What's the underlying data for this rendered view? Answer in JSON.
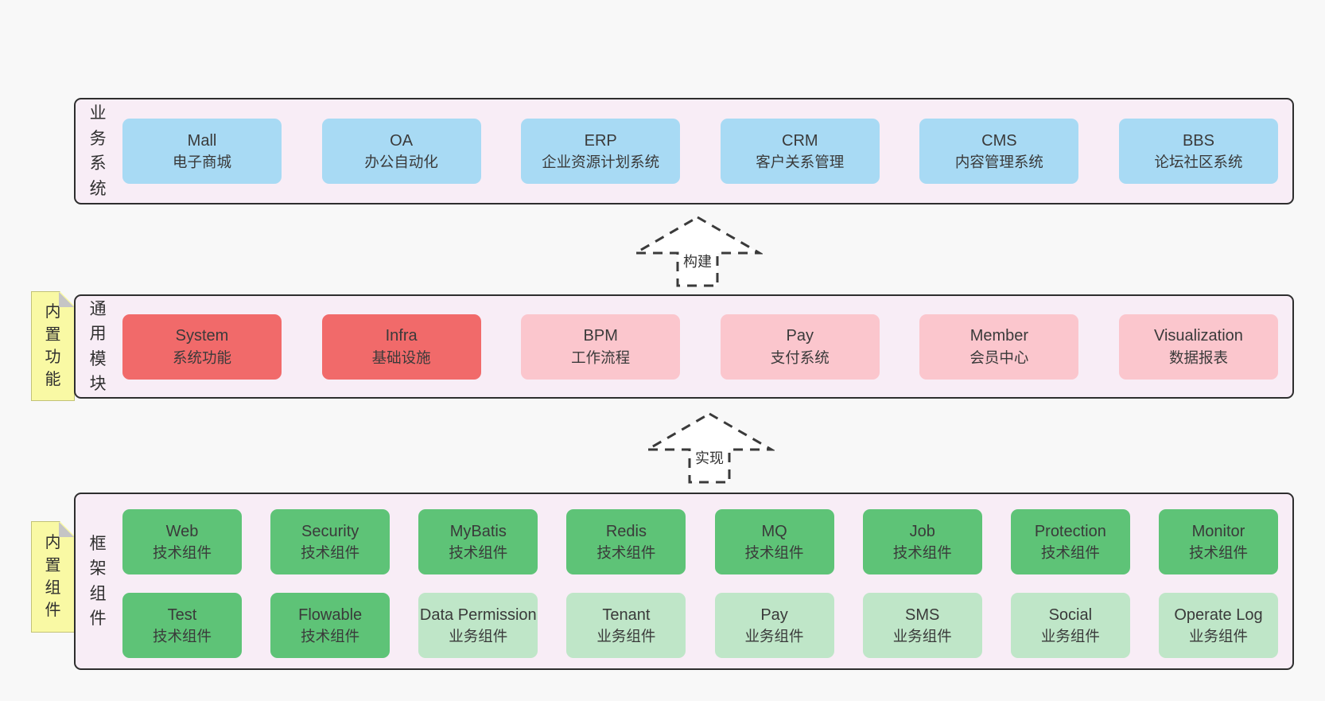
{
  "colors": {
    "page_bg": "#f8f8f8",
    "container_bg": "#f8edf6",
    "container_border": "#2e2e2e",
    "blue": "#a8daf4",
    "red": "#f16a6a",
    "pink": "#fbc6cd",
    "green": "#5ec377",
    "green_light": "#bfe6c8",
    "sticky_yellow": "#f9f9a4",
    "sticky_fold": "#c5c5c5"
  },
  "business_layer": {
    "label": "业务系统",
    "items": [
      {
        "title": "Mall",
        "subtitle": "电子商城",
        "variant": "blue"
      },
      {
        "title": "OA",
        "subtitle": "办公自动化",
        "variant": "blue"
      },
      {
        "title": "ERP",
        "subtitle": "企业资源计划系统",
        "variant": "blue"
      },
      {
        "title": "CRM",
        "subtitle": "客户关系管理",
        "variant": "blue"
      },
      {
        "title": "CMS",
        "subtitle": "内容管理系统",
        "variant": "blue"
      },
      {
        "title": "BBS",
        "subtitle": "论坛社区系统",
        "variant": "blue"
      }
    ]
  },
  "arrows": [
    {
      "label": "构建"
    },
    {
      "label": "实现"
    }
  ],
  "modules_layer": {
    "label": "通用模块",
    "sticky_note": "内置功能",
    "items": [
      {
        "title": "System",
        "subtitle": "系统功能",
        "variant": "red"
      },
      {
        "title": "Infra",
        "subtitle": "基础设施",
        "variant": "red"
      },
      {
        "title": "BPM",
        "subtitle": "工作流程",
        "variant": "pink"
      },
      {
        "title": "Pay",
        "subtitle": "支付系统",
        "variant": "pink"
      },
      {
        "title": "Member",
        "subtitle": "会员中心",
        "variant": "pink"
      },
      {
        "title": "Visualization",
        "subtitle": "数据报表",
        "variant": "pink"
      }
    ]
  },
  "components_layer": {
    "label": "框架组件",
    "sticky_note": "内置组件",
    "row1": [
      {
        "title": "Web",
        "subtitle": "技术组件",
        "variant": "green"
      },
      {
        "title": "Security",
        "subtitle": "技术组件",
        "variant": "green"
      },
      {
        "title": "MyBatis",
        "subtitle": "技术组件",
        "variant": "green"
      },
      {
        "title": "Redis",
        "subtitle": "技术组件",
        "variant": "green"
      },
      {
        "title": "MQ",
        "subtitle": "技术组件",
        "variant": "green"
      },
      {
        "title": "Job",
        "subtitle": "技术组件",
        "variant": "green"
      },
      {
        "title": "Protection",
        "subtitle": "技术组件",
        "variant": "green"
      },
      {
        "title": "Monitor",
        "subtitle": "技术组件",
        "variant": "green"
      }
    ],
    "row2": [
      {
        "title": "Test",
        "subtitle": "技术组件",
        "variant": "green"
      },
      {
        "title": "Flowable",
        "subtitle": "技术组件",
        "variant": "green"
      },
      {
        "title": "Data Permission",
        "subtitle": "业务组件",
        "variant": "green-light"
      },
      {
        "title": "Tenant",
        "subtitle": "业务组件",
        "variant": "green-light"
      },
      {
        "title": "Pay",
        "subtitle": "业务组件",
        "variant": "green-light"
      },
      {
        "title": "SMS",
        "subtitle": "业务组件",
        "variant": "green-light"
      },
      {
        "title": "Social",
        "subtitle": "业务组件",
        "variant": "green-light"
      },
      {
        "title": "Operate Log",
        "subtitle": "业务组件",
        "variant": "green-light"
      }
    ]
  }
}
